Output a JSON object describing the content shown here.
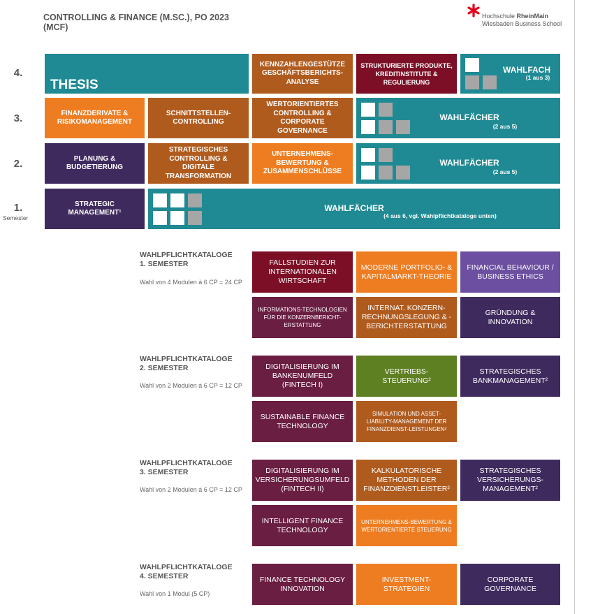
{
  "header": {
    "title_line1": "CONTROLLING & FINANCE (M.SC.), PO 2023",
    "title_line2": "(MCF)",
    "logo_name": "Hochschule",
    "logo_bold": "RheinMain",
    "logo_sub": "Wiesbaden Business School",
    "logo_icon": "rheinmain-star-icon",
    "logo_color": "#e3001b"
  },
  "semesters": {
    "s4": "4.",
    "s3": "3.",
    "s2": "2.",
    "s1": "1.",
    "s1_label": "Semester"
  },
  "grid": {
    "thesis": "THESIS",
    "kennzahlen": "KENNZAHLENGESTÜTZE GESCHÄFTSBERICHTS-ANALYSE",
    "strukturierte": "STRUKTURIERTE PRODUKTE, KREDITINSTITUTE & REGULIERUNG",
    "wahlfach4_title": "WAHLFACH",
    "wahlfach4_sub": "(1 aus 3)",
    "finanzderivate": "FINANZDERIVATE & RISIKOMANAGEMENT",
    "schnittstellen": "SCHNITTSTELLEN-CONTROLLING",
    "wertorientiertes": "WERTORIENTIERTES CONTROLLING & CORPORATE GOVERNANCE",
    "wahlfaecher3_title": "WAHLFÄCHER",
    "wahlfaecher3_sub": "(2 aus 5)",
    "planung": "PLANUNG & BUDGETIERUNG",
    "strategisches": "STRATEGISCHES CONTROLLING & DIGITALE TRANSFORMATION",
    "unternehmensbewertung": "UNTERNEHMENS-BEWERTUNG & ZUSAMMENSCHLÜSSE",
    "wahlfaecher2_title": "WAHLFÄCHER",
    "wahlfaecher2_sub": "(2 aus 5)",
    "strategic": "STRATEGIC MANAGEMENT¹",
    "wahlfaecher1_title": "WAHLFÄCHER",
    "wahlfaecher1_sub": "(4 aus 6, vgl. Wahlpflichtkataloge unten)"
  },
  "catalogs": {
    "c1": {
      "title_line1": "WAHLPFLICHTKATALOGE",
      "title_line2": "1. SEMESTER",
      "rule": "Wahl von 4 Modulen à 6 CP = 24 CP",
      "m1": "FALLSTUDIEN ZUR INTERNATIONALEN WIRTSCHAFT",
      "m2": "MODERNE PORTFOLIO- & KAPITALMARKT-THEORIE",
      "m3": "FINANCIAL BEHAVIOUR / BUSINESS ETHICS",
      "m4": "INFORMATIONS-TECHNOLOGIEN FÜR DIE KONZERNBERICHT-ERSTATTUNG",
      "m5": "INTERNAT. KONZERN-RECHNUNGSLEGUNG & -BERICHTERSTATTUNG",
      "m6": "GRÜNDUNG & INNOVATION"
    },
    "c2": {
      "title_line1": "WAHLPFLICHTKATALOGE",
      "title_line2": "2. SEMESTER",
      "rule": "Wahl von 2 Modulen à 6 CP = 12 CP",
      "m1": "DIGITALISIERUNG IM BANKENUMFELD (FINTECH I)",
      "m2": "VERTRIEBS-STEUERUNG²",
      "m3": "STRATEGISCHES BANKMANAGEMENT²",
      "m4": "SUSTAINABLE FINANCE TECHNOLOGY",
      "m5": "SIMULATION UND ASSET-LIABILITY-MANAGEMENT DER FINANZDIENST-LEISTUNGEN²"
    },
    "c3": {
      "title_line1": "WAHLPFLICHTKATALOGE",
      "title_line2": "3. SEMESTER",
      "rule": "Wahl von 2 Modulen à 6 CP = 12 CP",
      "m1": "DIGITALISIERUNG IM VERSICHERUNGSUMFELD (FINTECH II)",
      "m2": "KALKULATORISCHE METHODEN DER FINANZDIENSTLEISTER²",
      "m3": "STRATEGISCHES VERSICHERUNGS-MANAGEMENT²",
      "m4": "INTELLIGENT FINANCE TECHNOLOGY",
      "m5": "UNTERNEHMENS-BEWERTUNG & WERTORIENTIERTE STEUERUNG"
    },
    "c4": {
      "title_line1": "WAHLPFLICHTKATALOGE",
      "title_line2": "4. SEMESTER",
      "rule": "Wahl von 1 Modul (5 CP)",
      "m1": "FINANCE TECHNOLOGY INNOVATION",
      "m2": "INVESTMENT-STRATEGIEN",
      "m3": "CORPORATE GOVERNANCE"
    }
  }
}
